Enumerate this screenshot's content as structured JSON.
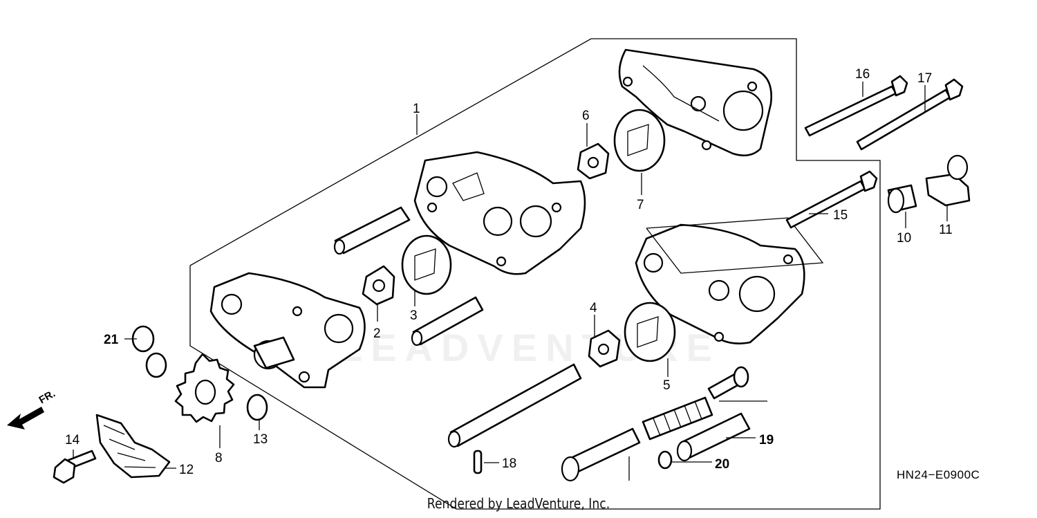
{
  "diagram": {
    "code": "HN24−E0900C",
    "footer": "Rendered by LeadVenture, Inc.",
    "watermark": "LEADVENTURE",
    "direction": "FR.",
    "callouts": [
      "1",
      "2",
      "3",
      "4",
      "5",
      "6",
      "7",
      "8",
      "10",
      "11",
      "12",
      "13",
      "14",
      "15",
      "16",
      "17",
      "18",
      "19",
      "20",
      "21"
    ]
  }
}
